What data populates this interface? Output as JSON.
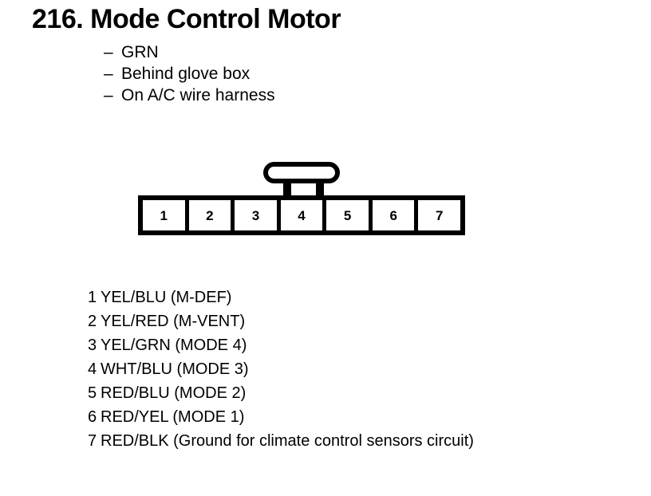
{
  "title": "216.  Mode Control Motor",
  "attributes": [
    {
      "marker": "–",
      "text": "GRN"
    },
    {
      "marker": "–",
      "text": "Behind glove box"
    },
    {
      "marker": "–",
      "text": "On A/C wire harness"
    }
  ],
  "connector": {
    "pin_count": 7,
    "pin_labels": [
      "1",
      "2",
      "3",
      "4",
      "5",
      "6",
      "7"
    ],
    "tab_position": "top-center",
    "colors": {
      "outline": "#000000",
      "cavity": "#ffffff"
    }
  },
  "pins": [
    {
      "number": "1",
      "description": "YEL/BLU (M-DEF)"
    },
    {
      "number": "2",
      "description": "YEL/RED (M-VENT)"
    },
    {
      "number": "3",
      "description": "YEL/GRN (MODE 4)"
    },
    {
      "number": "4",
      "description": "WHT/BLU (MODE 3)"
    },
    {
      "number": "5",
      "description": "RED/BLU (MODE 2)"
    },
    {
      "number": "6",
      "description": "RED/YEL (MODE 1)"
    },
    {
      "number": "7",
      "description": "RED/BLK (Ground for climate control sensors circuit)"
    }
  ]
}
